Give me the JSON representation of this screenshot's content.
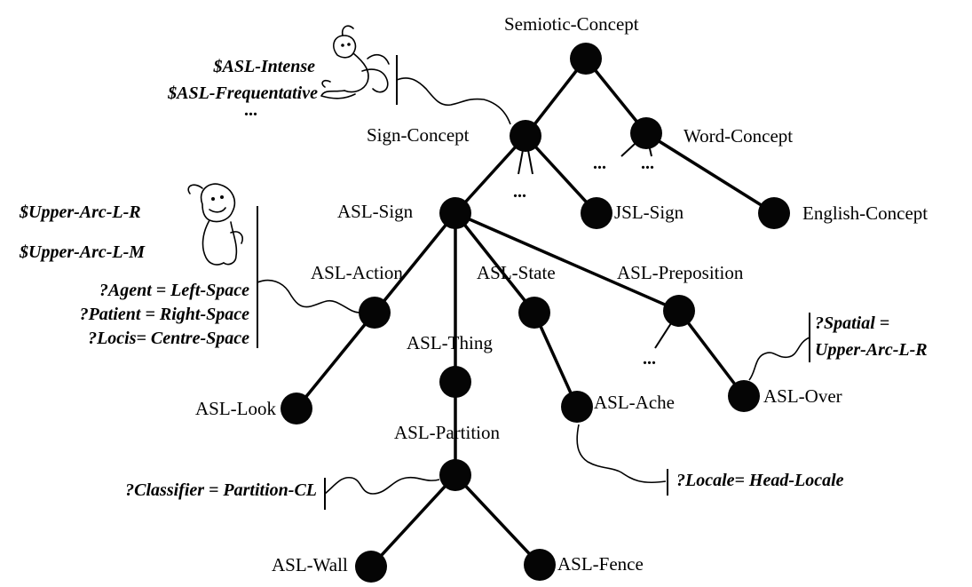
{
  "nodes": {
    "semiotic_concept": "Semiotic-Concept",
    "sign_concept": "Sign-Concept",
    "word_concept": "Word-Concept",
    "asl_sign": "ASL-Sign",
    "jsl_sign": "JSL-Sign",
    "english_concept": "English-Concept",
    "asl_action": "ASL-Action",
    "asl_state": "ASL-State",
    "asl_preposition": "ASL-Preposition",
    "asl_thing": "ASL-Thing",
    "asl_look": "ASL-Look",
    "asl_ache": "ASL-Ache",
    "asl_over": "ASL-Over",
    "asl_partition": "ASL-Partition",
    "asl_wall": "ASL-Wall",
    "asl_fence": "ASL-Fence"
  },
  "ellipsis": "...",
  "annotations": {
    "sign_concept_modifiers": [
      "$ASL-Intense",
      "$ASL-Frequentative",
      "..."
    ],
    "asl_action_modifiers": [
      "$Upper-Arc-L-R",
      "$Upper-Arc-L-M"
    ],
    "asl_action_roles": [
      "?Agent = Left-Space",
      "?Patient = Right-Space",
      "?Locis= Centre-Space"
    ],
    "asl_over_role": [
      "?Spatial =",
      "Upper-Arc-L-R"
    ],
    "asl_ache_role": "?Locale= Head-Locale",
    "asl_partition_role": "?Classifier = Partition-CL"
  },
  "icons": [
    "genie-icon",
    "ghost-icon"
  ]
}
